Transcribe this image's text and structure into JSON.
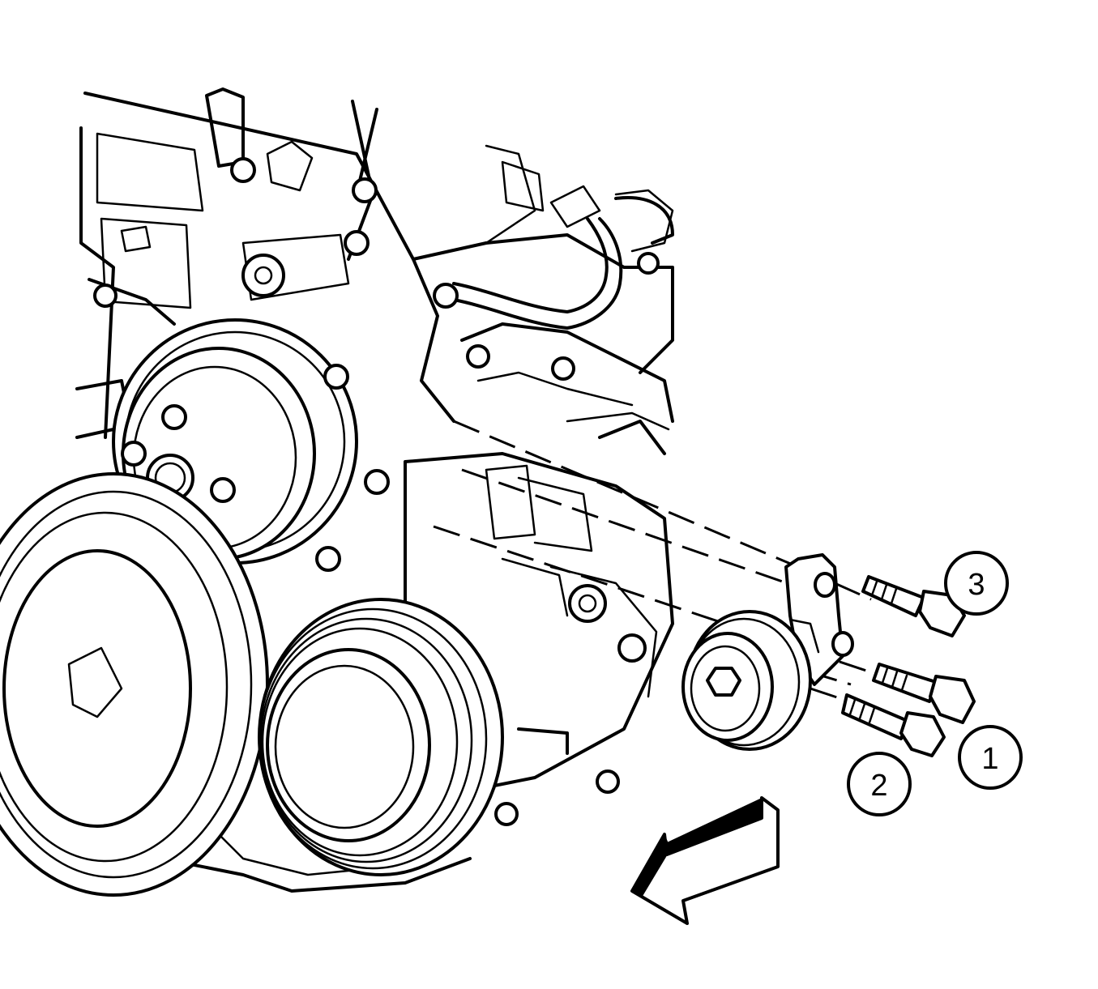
{
  "callouts": [
    {
      "label": "3"
    },
    {
      "label": "1"
    },
    {
      "label": "2"
    }
  ],
  "colors": {
    "ink": "#000000",
    "paper": "#ffffff"
  },
  "icons": [
    "direction-arrow-icon"
  ]
}
